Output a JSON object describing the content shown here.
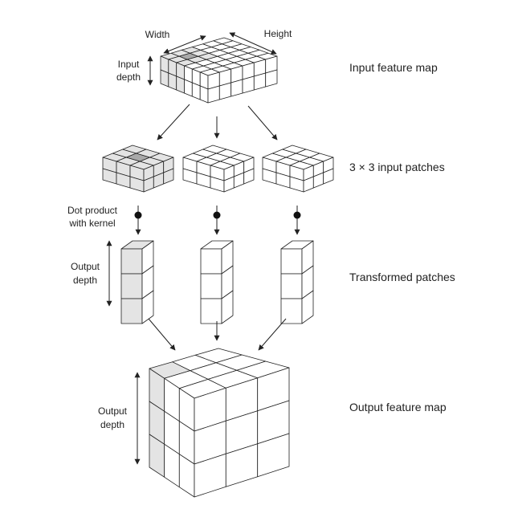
{
  "labels": {
    "width": "Width",
    "height": "Height",
    "input_depth": [
      "Input",
      "depth"
    ],
    "dot_product": [
      "Dot product",
      "with kernel"
    ],
    "output_depth_patch": [
      "Output",
      "depth"
    ],
    "output_depth_map": [
      "Output",
      "depth"
    ]
  },
  "stages": {
    "input_feature_map": "Input feature map",
    "input_patches": "3 × 3 input patches",
    "transformed_patches": "Transformed patches",
    "output_feature_map": "Output feature map"
  },
  "colors": {
    "stroke": "#222222",
    "shade_light": "#e4e4e4",
    "shade_dark": "#a9a9a9",
    "white": "#ffffff"
  }
}
